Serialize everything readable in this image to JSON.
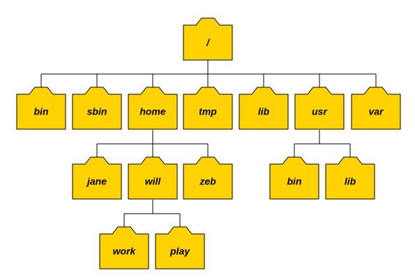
{
  "colors": {
    "folder_fill": "#ffd200",
    "line": "#000000",
    "background": "#ffffff"
  },
  "icon": "folder-icon",
  "tree": {
    "root": {
      "label": "/"
    },
    "level1": [
      {
        "label": "bin"
      },
      {
        "label": "sbin"
      },
      {
        "label": "home"
      },
      {
        "label": "tmp"
      },
      {
        "label": "lib"
      },
      {
        "label": "usr"
      },
      {
        "label": "var"
      }
    ],
    "home_children": [
      {
        "label": "jane"
      },
      {
        "label": "will"
      },
      {
        "label": "zeb"
      }
    ],
    "usr_children": [
      {
        "label": "bin"
      },
      {
        "label": "lib"
      }
    ],
    "will_children": [
      {
        "label": "work"
      },
      {
        "label": "play"
      }
    ]
  }
}
